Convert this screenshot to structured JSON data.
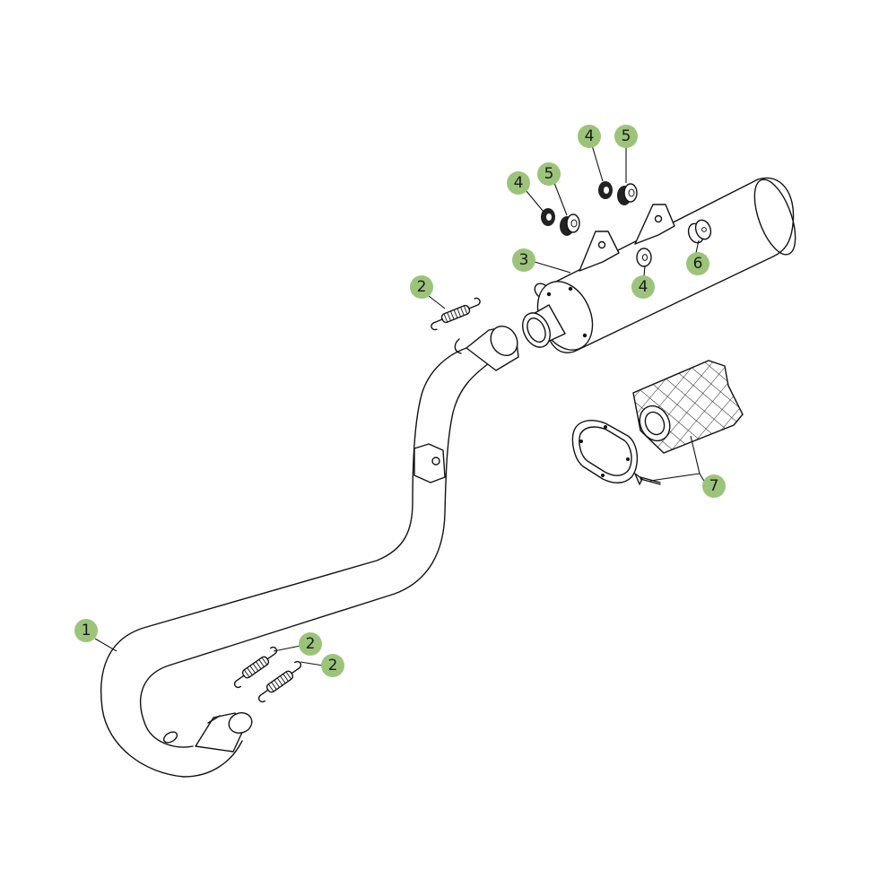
{
  "diagram": {
    "accent_color": "#9bc47a",
    "callouts": [
      {
        "id": "c1",
        "label": "1"
      },
      {
        "id": "c2a",
        "label": "2"
      },
      {
        "id": "c2b",
        "label": "2"
      },
      {
        "id": "c2c",
        "label": "2"
      },
      {
        "id": "c3",
        "label": "3"
      },
      {
        "id": "c4a",
        "label": "4"
      },
      {
        "id": "c4b",
        "label": "4"
      },
      {
        "id": "c4c",
        "label": "4"
      },
      {
        "id": "c5a",
        "label": "5"
      },
      {
        "id": "c5b",
        "label": "5"
      },
      {
        "id": "c6",
        "label": "6"
      },
      {
        "id": "c7",
        "label": "7"
      }
    ]
  }
}
